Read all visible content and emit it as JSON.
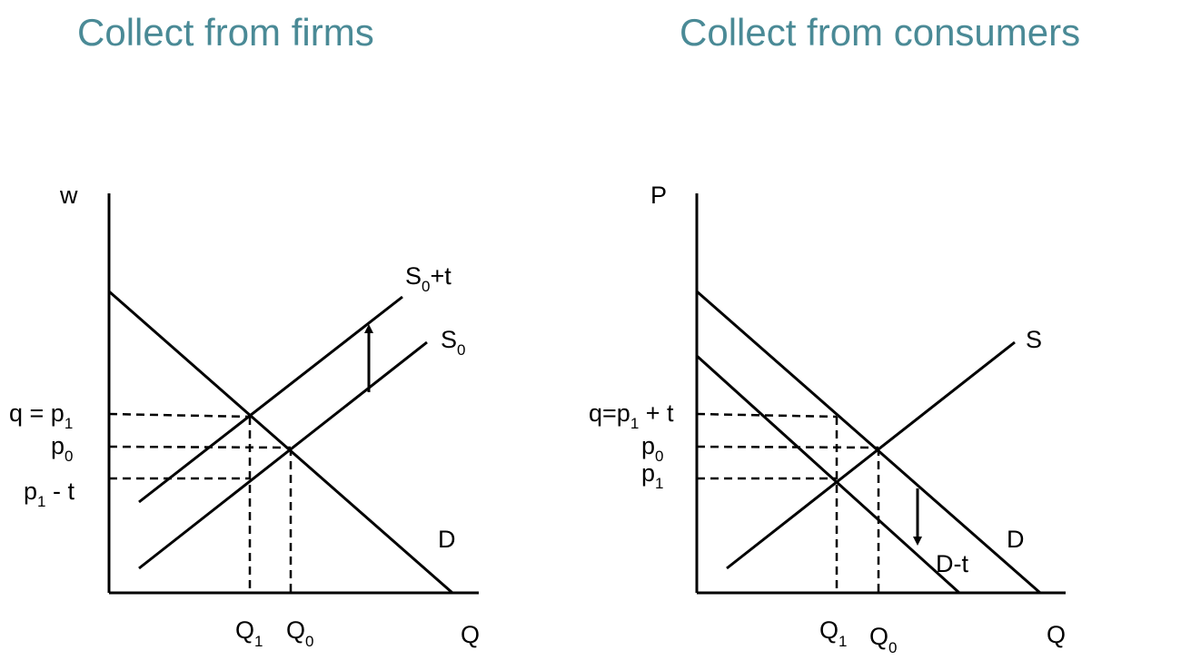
{
  "titles": {
    "left": "Collect from firms",
    "right": "Collect from consumers"
  },
  "left_panel": {
    "y_axis_label": "w",
    "x_axis_label": "Q",
    "supply_label": {
      "base": "S",
      "sub": "0"
    },
    "supply_tax_label": {
      "base": "S",
      "sub": "0",
      "suffix": "+t"
    },
    "demand_label": "D",
    "price_labels": {
      "upper": {
        "base": "q = p",
        "sub": "1"
      },
      "middle": {
        "base": "p",
        "sub": "0"
      },
      "lower": {
        "base": "p",
        "sub": "1",
        "suffix": " - t"
      }
    },
    "quantity_labels": {
      "q1": {
        "base": "Q",
        "sub": "1"
      },
      "q0": {
        "base": "Q",
        "sub": "0"
      }
    }
  },
  "right_panel": {
    "y_axis_label": "P",
    "x_axis_label": "Q",
    "supply_label": "S",
    "demand_label": "D",
    "demand_tax_label": "D-t",
    "price_labels": {
      "upper": {
        "base": "q=p",
        "sub": "1",
        "suffix": " + t"
      },
      "middle": {
        "base": "p",
        "sub": "0"
      },
      "lower": {
        "base": "p",
        "sub": "1"
      }
    },
    "quantity_labels": {
      "q1": {
        "base": "Q",
        "sub": "1"
      },
      "q0": {
        "base": "Q",
        "sub": "0"
      }
    }
  }
}
